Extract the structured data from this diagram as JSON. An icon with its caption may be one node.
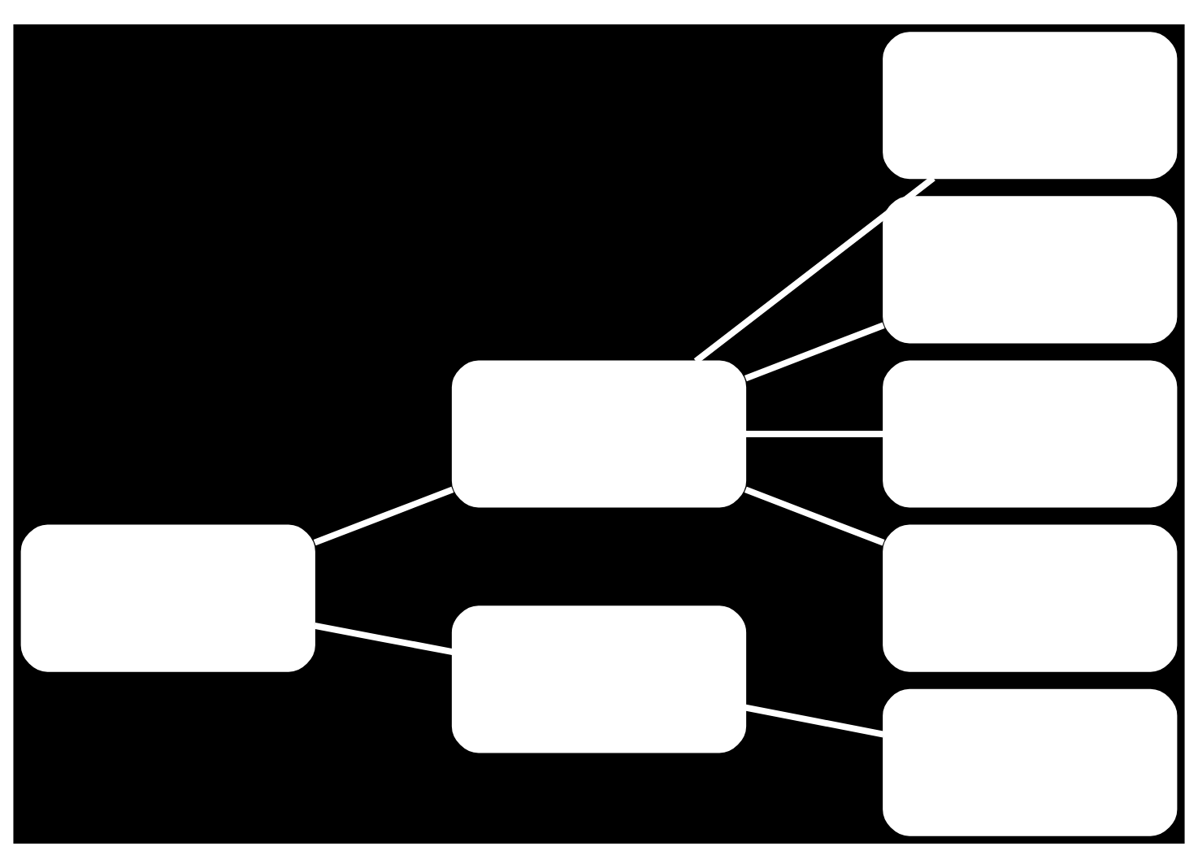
{
  "diagram": {
    "nodes": [
      {
        "text": [],
        "shape": "box"
      },
      {
        "text": [],
        "shape": "box"
      },
      {
        "text": [],
        "shape": "box"
      },
      {
        "text": [],
        "shape": "box"
      },
      {
        "text": [],
        "shape": "box"
      },
      {
        "text": [],
        "shape": "box"
      },
      {
        "text": [],
        "shape": "box"
      },
      {
        "text": [],
        "shape": "box"
      }
    ],
    "edges": [
      {
        "from": 0,
        "to": 1,
        "arrow": "none"
      },
      {
        "from": 0,
        "to": 2,
        "arrow": "none"
      },
      {
        "from": 1,
        "to": 3,
        "arrow": "none"
      },
      {
        "from": 1,
        "to": 4,
        "arrow": "none"
      },
      {
        "from": 1,
        "to": 5,
        "arrow": "none"
      },
      {
        "from": 1,
        "to": 6,
        "arrow": "none"
      },
      {
        "from": 2,
        "to": 7,
        "arrow": "none"
      }
    ]
  }
}
